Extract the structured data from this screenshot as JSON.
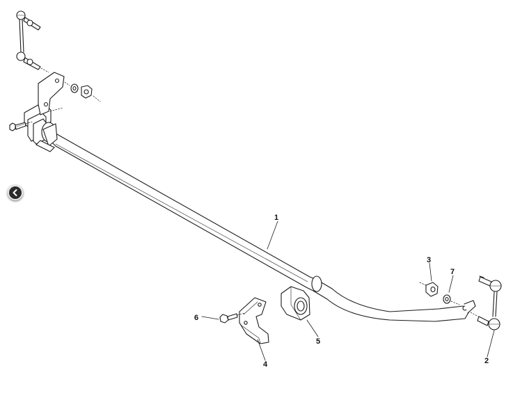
{
  "diagram": {
    "callouts": [
      {
        "id": "bar",
        "label": "1"
      },
      {
        "id": "link-right",
        "label": "2"
      },
      {
        "id": "nut-right",
        "label": "3"
      },
      {
        "id": "clamp",
        "label": "4"
      },
      {
        "id": "bush",
        "label": "5"
      },
      {
        "id": "bolt",
        "label": "6"
      },
      {
        "id": "washer-right",
        "label": "7"
      }
    ]
  },
  "navigation": {
    "previous_icon": "chevron-left-icon"
  },
  "colors": {
    "line": "#1a1a1a",
    "background": "#ffffff",
    "nav_button": "#2b2b2b"
  }
}
